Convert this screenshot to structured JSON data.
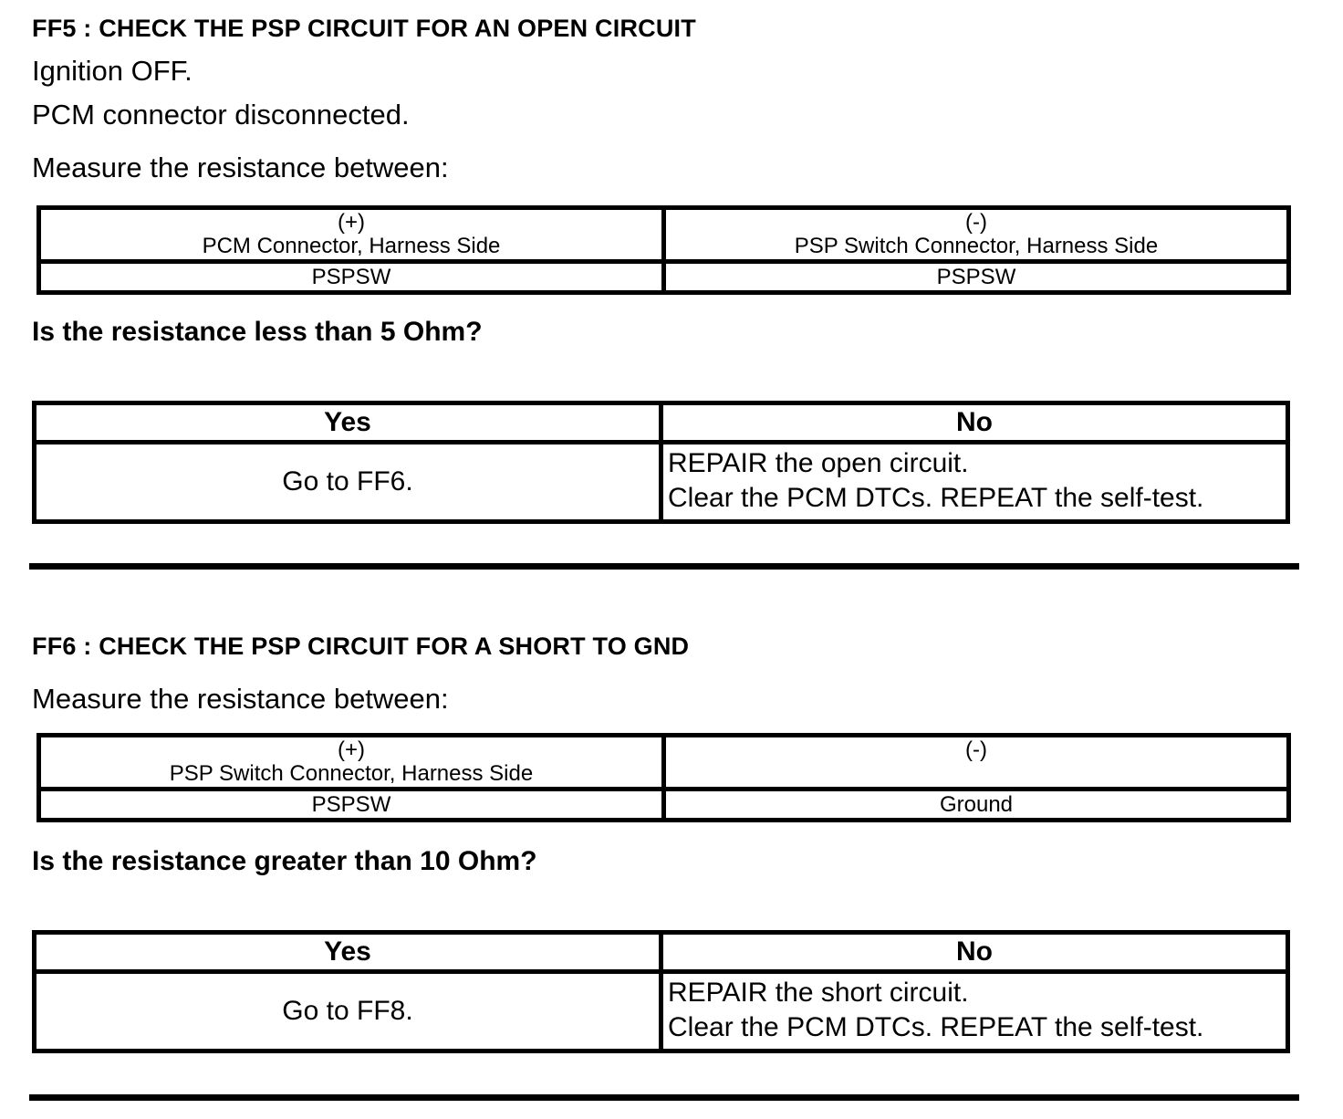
{
  "colors": {
    "text": "#000000",
    "background": "#ffffff",
    "table_border": "#000000",
    "divider": "#000000"
  },
  "sections": [
    {
      "id": "FF5",
      "heading": "FF5 : CHECK THE PSP CIRCUIT FOR AN OPEN CIRCUIT",
      "steps": [
        "Ignition OFF.",
        "PCM connector disconnected.",
        "Measure the resistance between:"
      ],
      "measurement_table": {
        "columns": [
          {
            "polarity": "(+)",
            "connector": "PCM Connector, Harness Side",
            "pin": "PSPSW"
          },
          {
            "polarity": "(-)",
            "connector": "PSP Switch Connector, Harness Side",
            "pin": "PSPSW"
          }
        ]
      },
      "question": "Is the resistance less than 5 Ohm?",
      "result_table": {
        "yes_header": "Yes",
        "no_header": "No",
        "yes_action": "Go to FF6.",
        "no_action_lines": [
          "REPAIR the open circuit.",
          "Clear the PCM DTCs. REPEAT the self-test."
        ]
      }
    },
    {
      "id": "FF6",
      "heading": "FF6 : CHECK THE PSP CIRCUIT FOR A SHORT TO GND",
      "steps": [
        "Measure the resistance between:"
      ],
      "measurement_table": {
        "columns": [
          {
            "polarity": "(+)",
            "connector": "PSP Switch Connector, Harness Side",
            "pin": "PSPSW"
          },
          {
            "polarity": "(-)",
            "connector": "",
            "pin": "Ground"
          }
        ]
      },
      "question": "Is the resistance greater than 10 Ohm?",
      "result_table": {
        "yes_header": "Yes",
        "no_header": "No",
        "yes_action": "Go to FF8.",
        "no_action_lines": [
          "REPAIR the short circuit.",
          "Clear the PCM DTCs. REPEAT the self-test."
        ]
      }
    }
  ]
}
